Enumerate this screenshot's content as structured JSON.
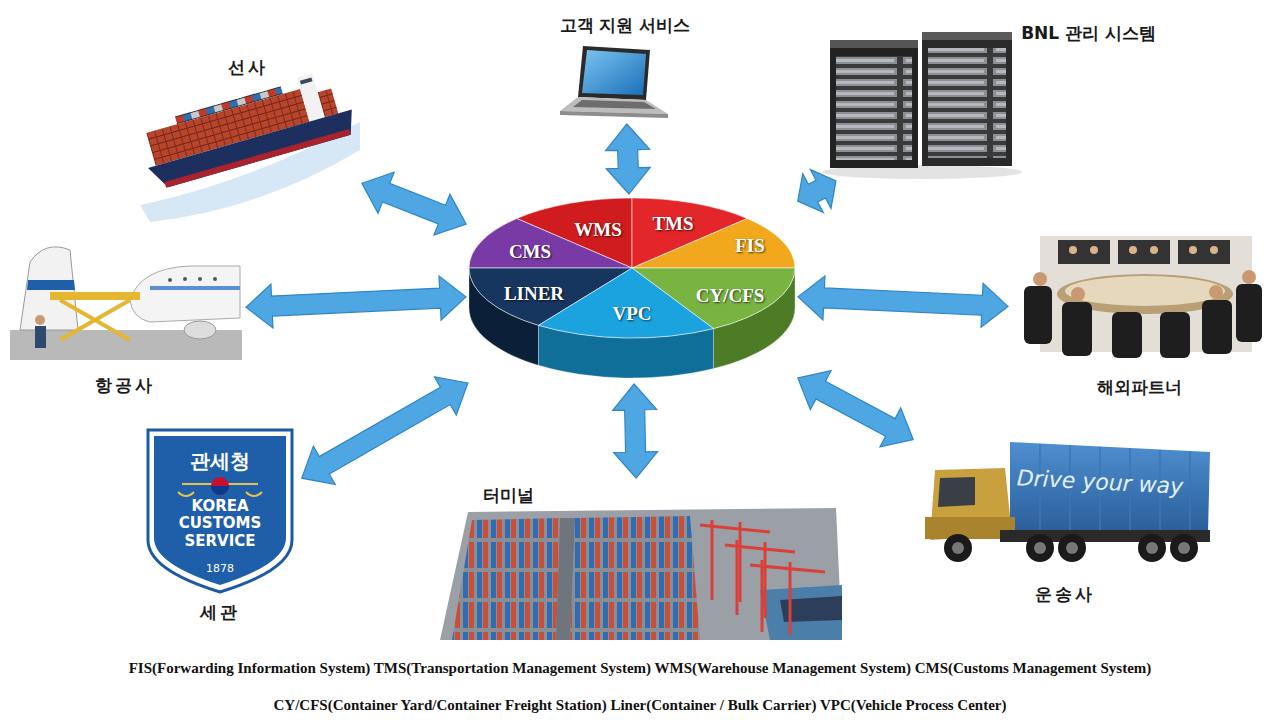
{
  "diagram": {
    "nodes": [
      {
        "text": [
          "선사"
        ]
      },
      {
        "text": [
          "고객 지원 서비스"
        ]
      },
      {
        "text": [
          "BNL 관리 시스템"
        ]
      },
      {
        "text": [
          "WMS"
        ]
      },
      {
        "text": [
          "TMS"
        ]
      },
      {
        "text": [
          "CMS"
        ]
      },
      {
        "text": [
          "FIS"
        ]
      },
      {
        "text": [
          "항공사"
        ]
      },
      {
        "text": [
          "LINER"
        ]
      },
      {
        "text": [
          "CY/CFS"
        ]
      },
      {
        "text": [
          "VPC"
        ]
      },
      {
        "text": [
          "해외파트너"
        ]
      },
      {
        "text": [
          "세관"
        ]
      },
      {
        "text": [
          "터미널"
        ]
      },
      {
        "text": [
          "운송사"
        ]
      }
    ],
    "edges": [
      {
        "from": 3,
        "to": 0,
        "arrow": "both"
      },
      {
        "from": 4,
        "to": 1,
        "arrow": "both"
      },
      {
        "from": 6,
        "to": 2,
        "arrow": "both"
      },
      {
        "from": 5,
        "to": 7,
        "arrow": "both"
      },
      {
        "from": 9,
        "to": 11,
        "arrow": "both"
      },
      {
        "from": 8,
        "to": 12,
        "arrow": "both"
      },
      {
        "from": 10,
        "to": 13,
        "arrow": "both"
      },
      {
        "from": 9,
        "to": 14,
        "arrow": "both"
      }
    ],
    "labels": [
      "Drive your way",
      "관세청",
      "KOREA CUSTOMS SERVICE",
      "1878",
      "FIS(Forwarding Information System) TMS(Transportation Management System) WMS(Warehouse Management System) CMS(Customs Management System)",
      "CY/CFS(Container Yard/Container Freight Station) Liner(Container / Bulk Carrier) VPC(Vehicle Process Center)"
    ]
  }
}
